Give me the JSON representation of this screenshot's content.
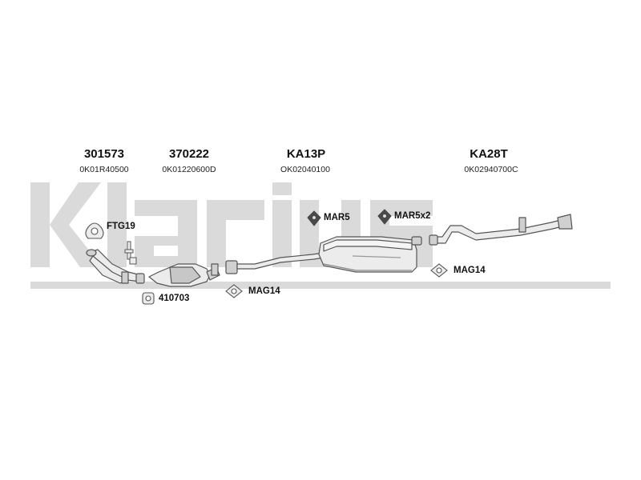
{
  "watermark": {
    "text": "Klarius",
    "color": "#d9d9d9"
  },
  "parts": [
    {
      "part_number": "301573",
      "oe_number": "0K01R40500"
    },
    {
      "part_number": "370222",
      "oe_number": "0K01220600D"
    },
    {
      "part_number": "KA13P",
      "oe_number": "OK02040100"
    },
    {
      "part_number": "KA28T",
      "oe_number": "0K02940700C"
    }
  ],
  "accessories": {
    "ftg": "FTG19",
    "mar5_center": "MAR5",
    "mar5x2": "MAR5x2",
    "mag14_right": "MAG14",
    "mag14_center": "MAG14",
    "clamp": "410703"
  },
  "colors": {
    "line": "#555555",
    "part_fill": "#ececec",
    "shade": "#b5b5b5"
  }
}
